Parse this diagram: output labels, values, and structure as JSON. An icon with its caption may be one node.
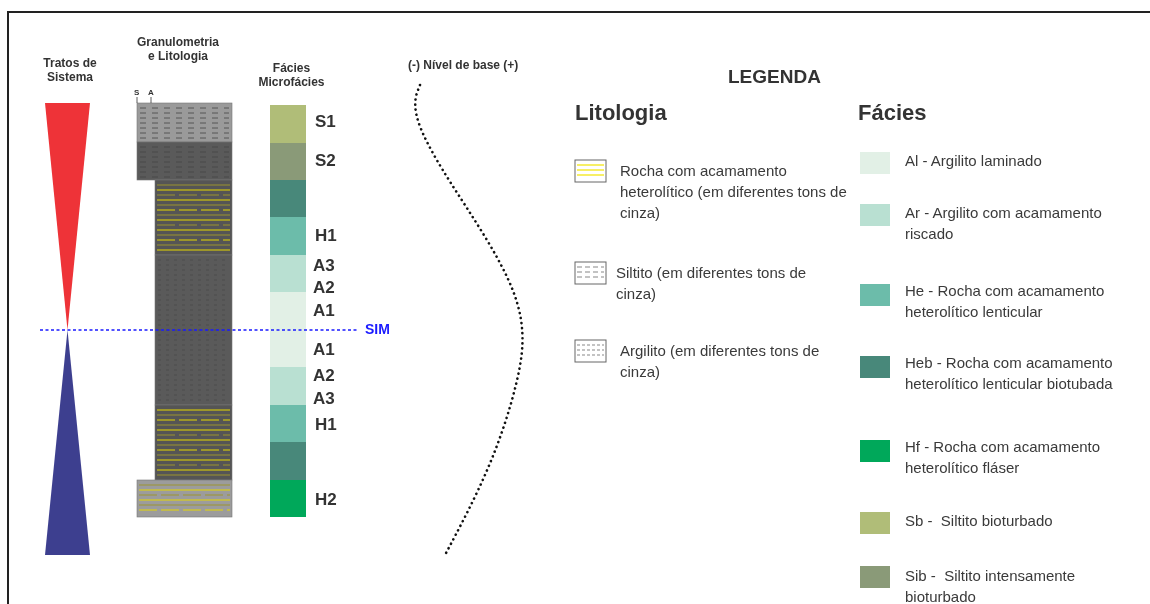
{
  "diagram": {
    "labels": [
      "Tratos de Sistema",
      "Granulometria e Litologia",
      "Fácies Microfácies",
      "(-) Nível de base (+)",
      "LEGENDA",
      "S",
      "A",
      "S1",
      "S2",
      "H1",
      "A3",
      "A2",
      "A1",
      "SIM",
      "A1",
      "A2",
      "A3",
      "H1",
      "H2",
      "Litologia",
      "Fácies"
    ],
    "legend": [
      {
        "text": "Rocha com acamamento heterolítico (em diferentes tons de cinza)"
      },
      {
        "text": "Siltito (em diferentes tons de cinza)"
      },
      {
        "text": "Argilito (em diferentes tons de cinza)"
      },
      {
        "text": "Al - Argilito laminado",
        "color": "#e2f0e6"
      },
      {
        "text": "Ar - Argilito com acamamento riscado",
        "color": "#b9e0d2"
      },
      {
        "text": "He - Rocha com acamamento heterolítico lenticular",
        "color": "#6cbcaa"
      },
      {
        "text": "Heb - Rocha com acamamento heterolítico lenticular biotubada",
        "color": "#48887a"
      },
      {
        "text": "Hf - Rocha com acamamento heterolítico fláser",
        "color": "#00a85a"
      },
      {
        "text": "Sb -  Siltito bioturbado",
        "color": "#b0bd78"
      },
      {
        "text": "Sib -  Siltito intensamente bioturbado",
        "color": "#8a9a78"
      }
    ]
  }
}
